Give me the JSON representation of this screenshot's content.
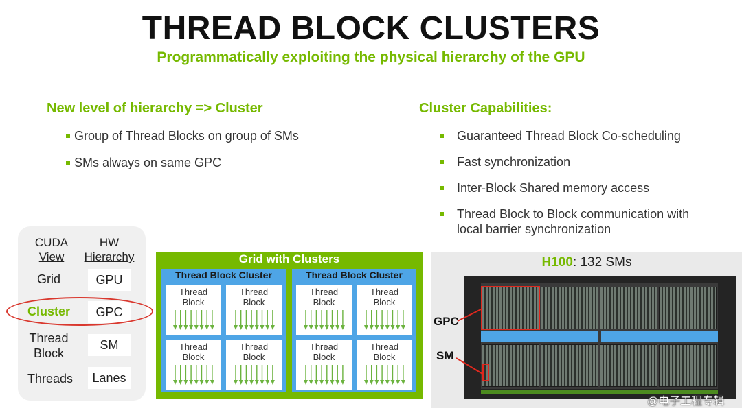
{
  "title": "THREAD BLOCK CLUSTERS",
  "subtitle": "Programmatically exploiting the physical hierarchy of the GPU",
  "left_section": {
    "heading": "New level of hierarchy => Cluster",
    "bullets": [
      "Group of Thread Blocks on group of SMs",
      "SMs always on same GPC"
    ]
  },
  "right_section": {
    "heading": "Cluster Capabilities:",
    "bullets": [
      "Guaranteed Thread Block Co-scheduling",
      "Fast synchronization",
      "Inter-Block Shared memory access",
      "Thread Block to Block communication with local barrier synchronization"
    ]
  },
  "mapping": {
    "col_left_l1": "CUDA",
    "col_left_l2": "View",
    "col_right_l1": "HW",
    "col_right_l2": "Hierarchy",
    "rows": [
      {
        "cuda_l1": "Grid",
        "cuda_l2": "",
        "hw": "GPU"
      },
      {
        "cuda_l1": "Cluster",
        "cuda_l2": "",
        "hw": "GPC"
      },
      {
        "cuda_l1": "Thread",
        "cuda_l2": "Block",
        "hw": "SM"
      },
      {
        "cuda_l1": "Threads",
        "cuda_l2": "",
        "hw": "Lanes"
      }
    ],
    "highlight_color": "#d9382e"
  },
  "grid_diagram": {
    "title": "Grid with Clusters",
    "clusters": [
      {
        "title": "Thread Block Cluster"
      },
      {
        "title": "Thread Block Cluster"
      }
    ],
    "block_l1": "Thread",
    "block_l2": "Block",
    "colors": {
      "grid": "#76b900",
      "cluster": "#4ea5e6",
      "arrow": "#6cb33f"
    }
  },
  "h100": {
    "title_bold": "H100",
    "title_rest": ":  132 SMs",
    "gpc_label": "GPC",
    "sm_label": "SM"
  },
  "watermark": "@电子工程专辑"
}
